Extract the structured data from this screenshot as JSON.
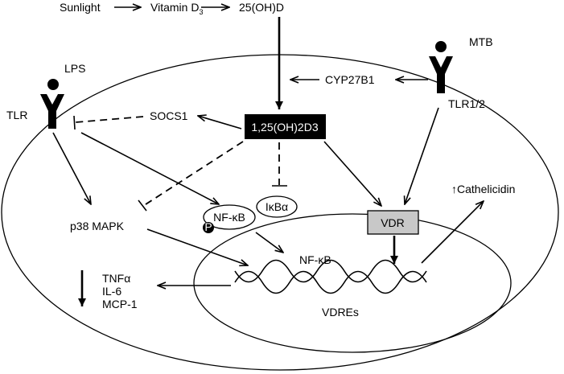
{
  "labels": {
    "sunlight": "Sunlight",
    "vitamin_d3_base": "Vitamin D",
    "vitamin_d3_sub": "3",
    "hydroxy_d": "25(OH)D",
    "mtb": "MTB",
    "lps": "LPS",
    "tlr": "TLR",
    "tlr12": "TLR1/2",
    "cyp27b1": "CYP27B1",
    "socs1": "SOCS1",
    "calcitriol": "1,25(OH)2D3",
    "p38_mapk": "p38 MAPK",
    "nfkb_complex": "NF-κB",
    "phospho": "P",
    "ikba": "IκBα",
    "vdr": "VDR",
    "cathelicidin": "↑Cathelicidin",
    "nfkb_nuclear": "NF-κB",
    "tnfa": "TNFα",
    "il6": "IL-6",
    "mcp1": "MCP-1",
    "vdres": "VDREs"
  },
  "colors": {
    "line": "#000000",
    "background": "#ffffff",
    "calcitriol_box": "#000000",
    "vdr_box": "#c8c8c8"
  }
}
